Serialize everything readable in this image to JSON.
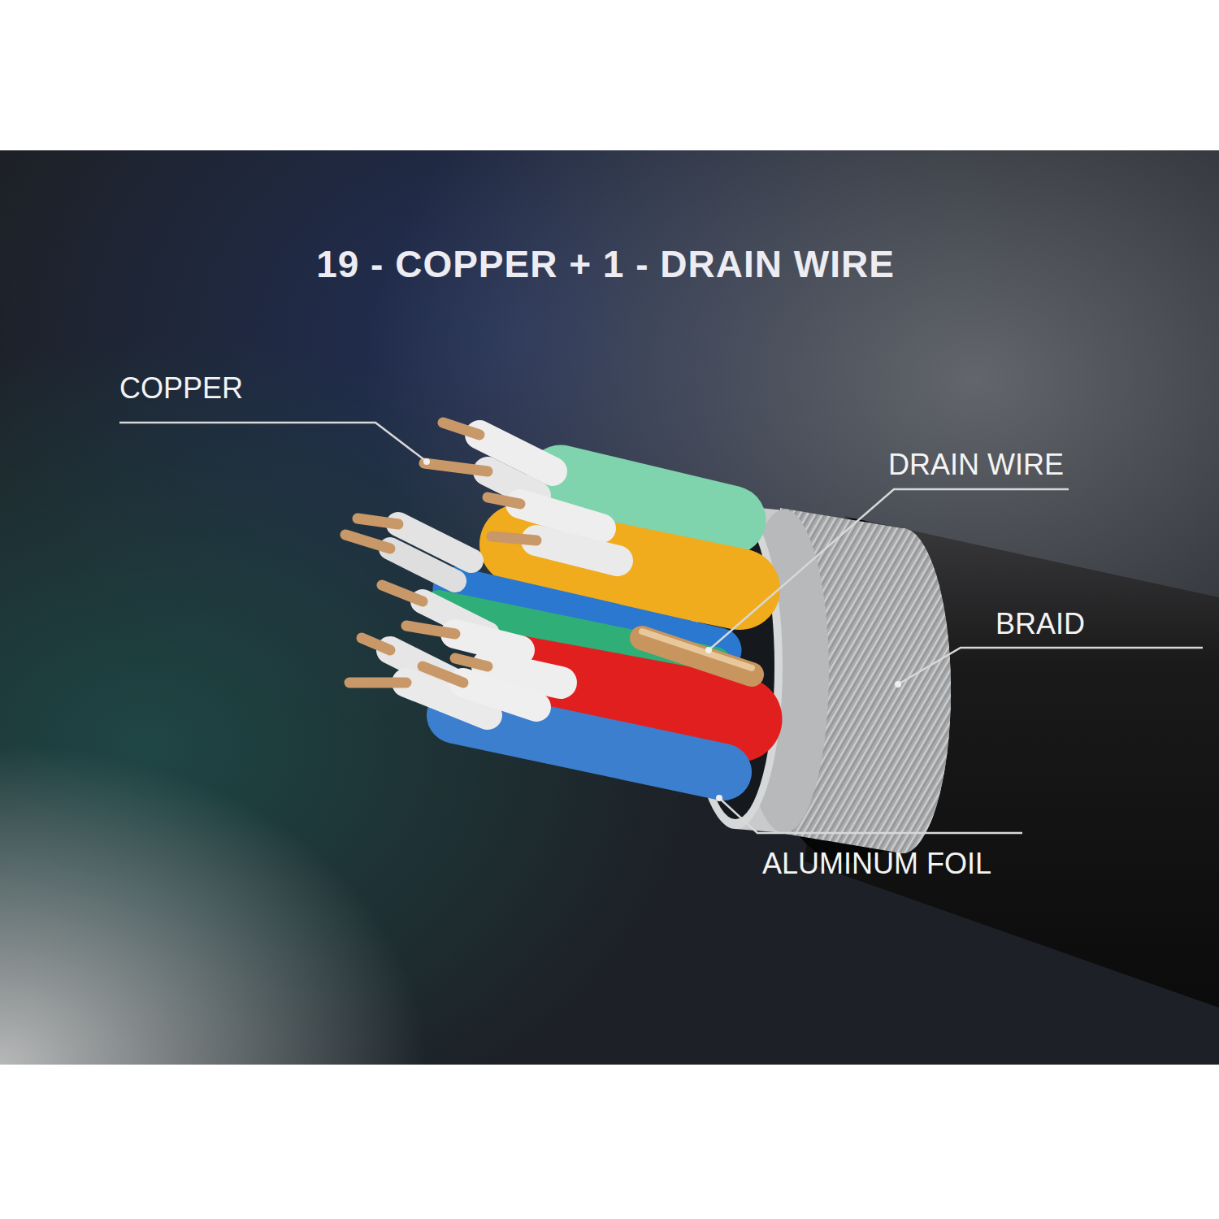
{
  "diagram": {
    "title": "19 - COPPER  +  1 - DRAIN WIRE",
    "labels": [
      "COPPER",
      "DRAIN WIRE",
      "BRAID",
      "ALUMINUM FOIL"
    ]
  }
}
